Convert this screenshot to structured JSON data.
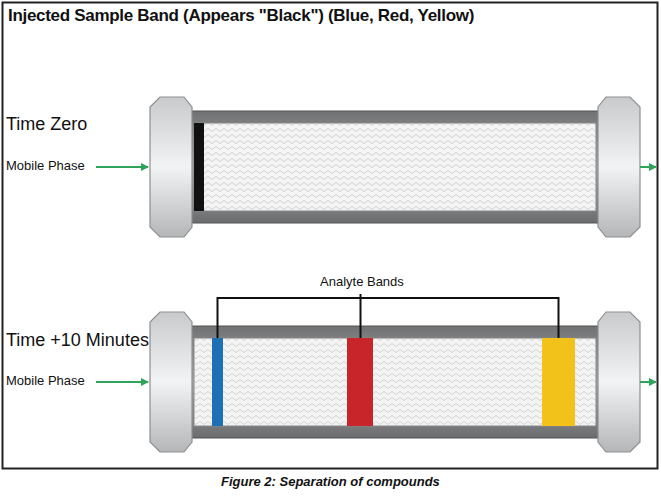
{
  "diagram": {
    "title": "Injected Sample Band (Appears \"Black\") (Blue, Red, Yellow)",
    "caption": "Figure 2: Separation of compounds",
    "labels": [
      "Time Zero",
      "Mobile Phase",
      "Time +10 Minutes",
      "Mobile Phase",
      "Analyte Bands"
    ]
  }
}
